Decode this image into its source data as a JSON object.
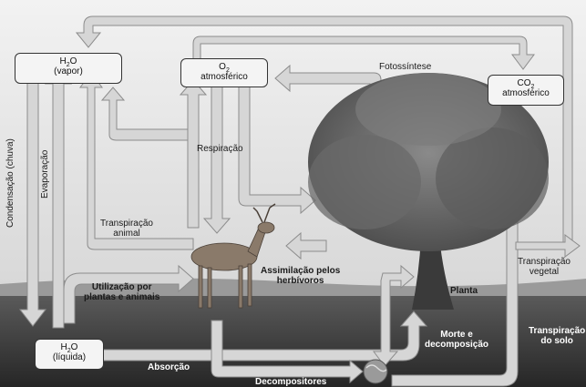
{
  "boxes": {
    "h2o_vapor": {
      "formula": "H",
      "sub": "2",
      "rest": "O",
      "label": "(vapor)"
    },
    "o2": {
      "formula": "O",
      "sub": "2",
      "label": "atmosférico"
    },
    "co2": {
      "formula": "CO",
      "sub": "2",
      "label": "atmosférico"
    },
    "h2o_liquid": {
      "formula": "H",
      "sub": "2",
      "rest": "O",
      "label": "(líquida)"
    }
  },
  "labels": {
    "fotossintese": "Fotossíntese",
    "respiracao": "Respiração",
    "transpiracao_animal_1": "Transpiração",
    "transpiracao_animal_2": "animal",
    "utilizacao_1": "Utilização por",
    "utilizacao_2": "plantas e animais",
    "assimilacao_1": "Assimilação pelos",
    "assimilacao_2": "herbívoros",
    "planta": "Planta",
    "transpiracao_vegetal_1": "Transpiração",
    "transpiracao_vegetal_2": "vegetal",
    "morte_1": "Morte e",
    "morte_2": "decomposição",
    "transpiracao_solo_1": "Transpiração",
    "transpiracao_solo_2": "do solo",
    "absorcao": "Absorção",
    "decompositores": "Decompositores",
    "condensacao": "Condensação (chuva)",
    "evaporacao": "Evaporação"
  },
  "colors": {
    "arrow_fill": "#d4d4d4",
    "arrow_stroke": "#8a8a8a",
    "soil": "#3c3c3c",
    "sky": "#e9e9e9"
  }
}
